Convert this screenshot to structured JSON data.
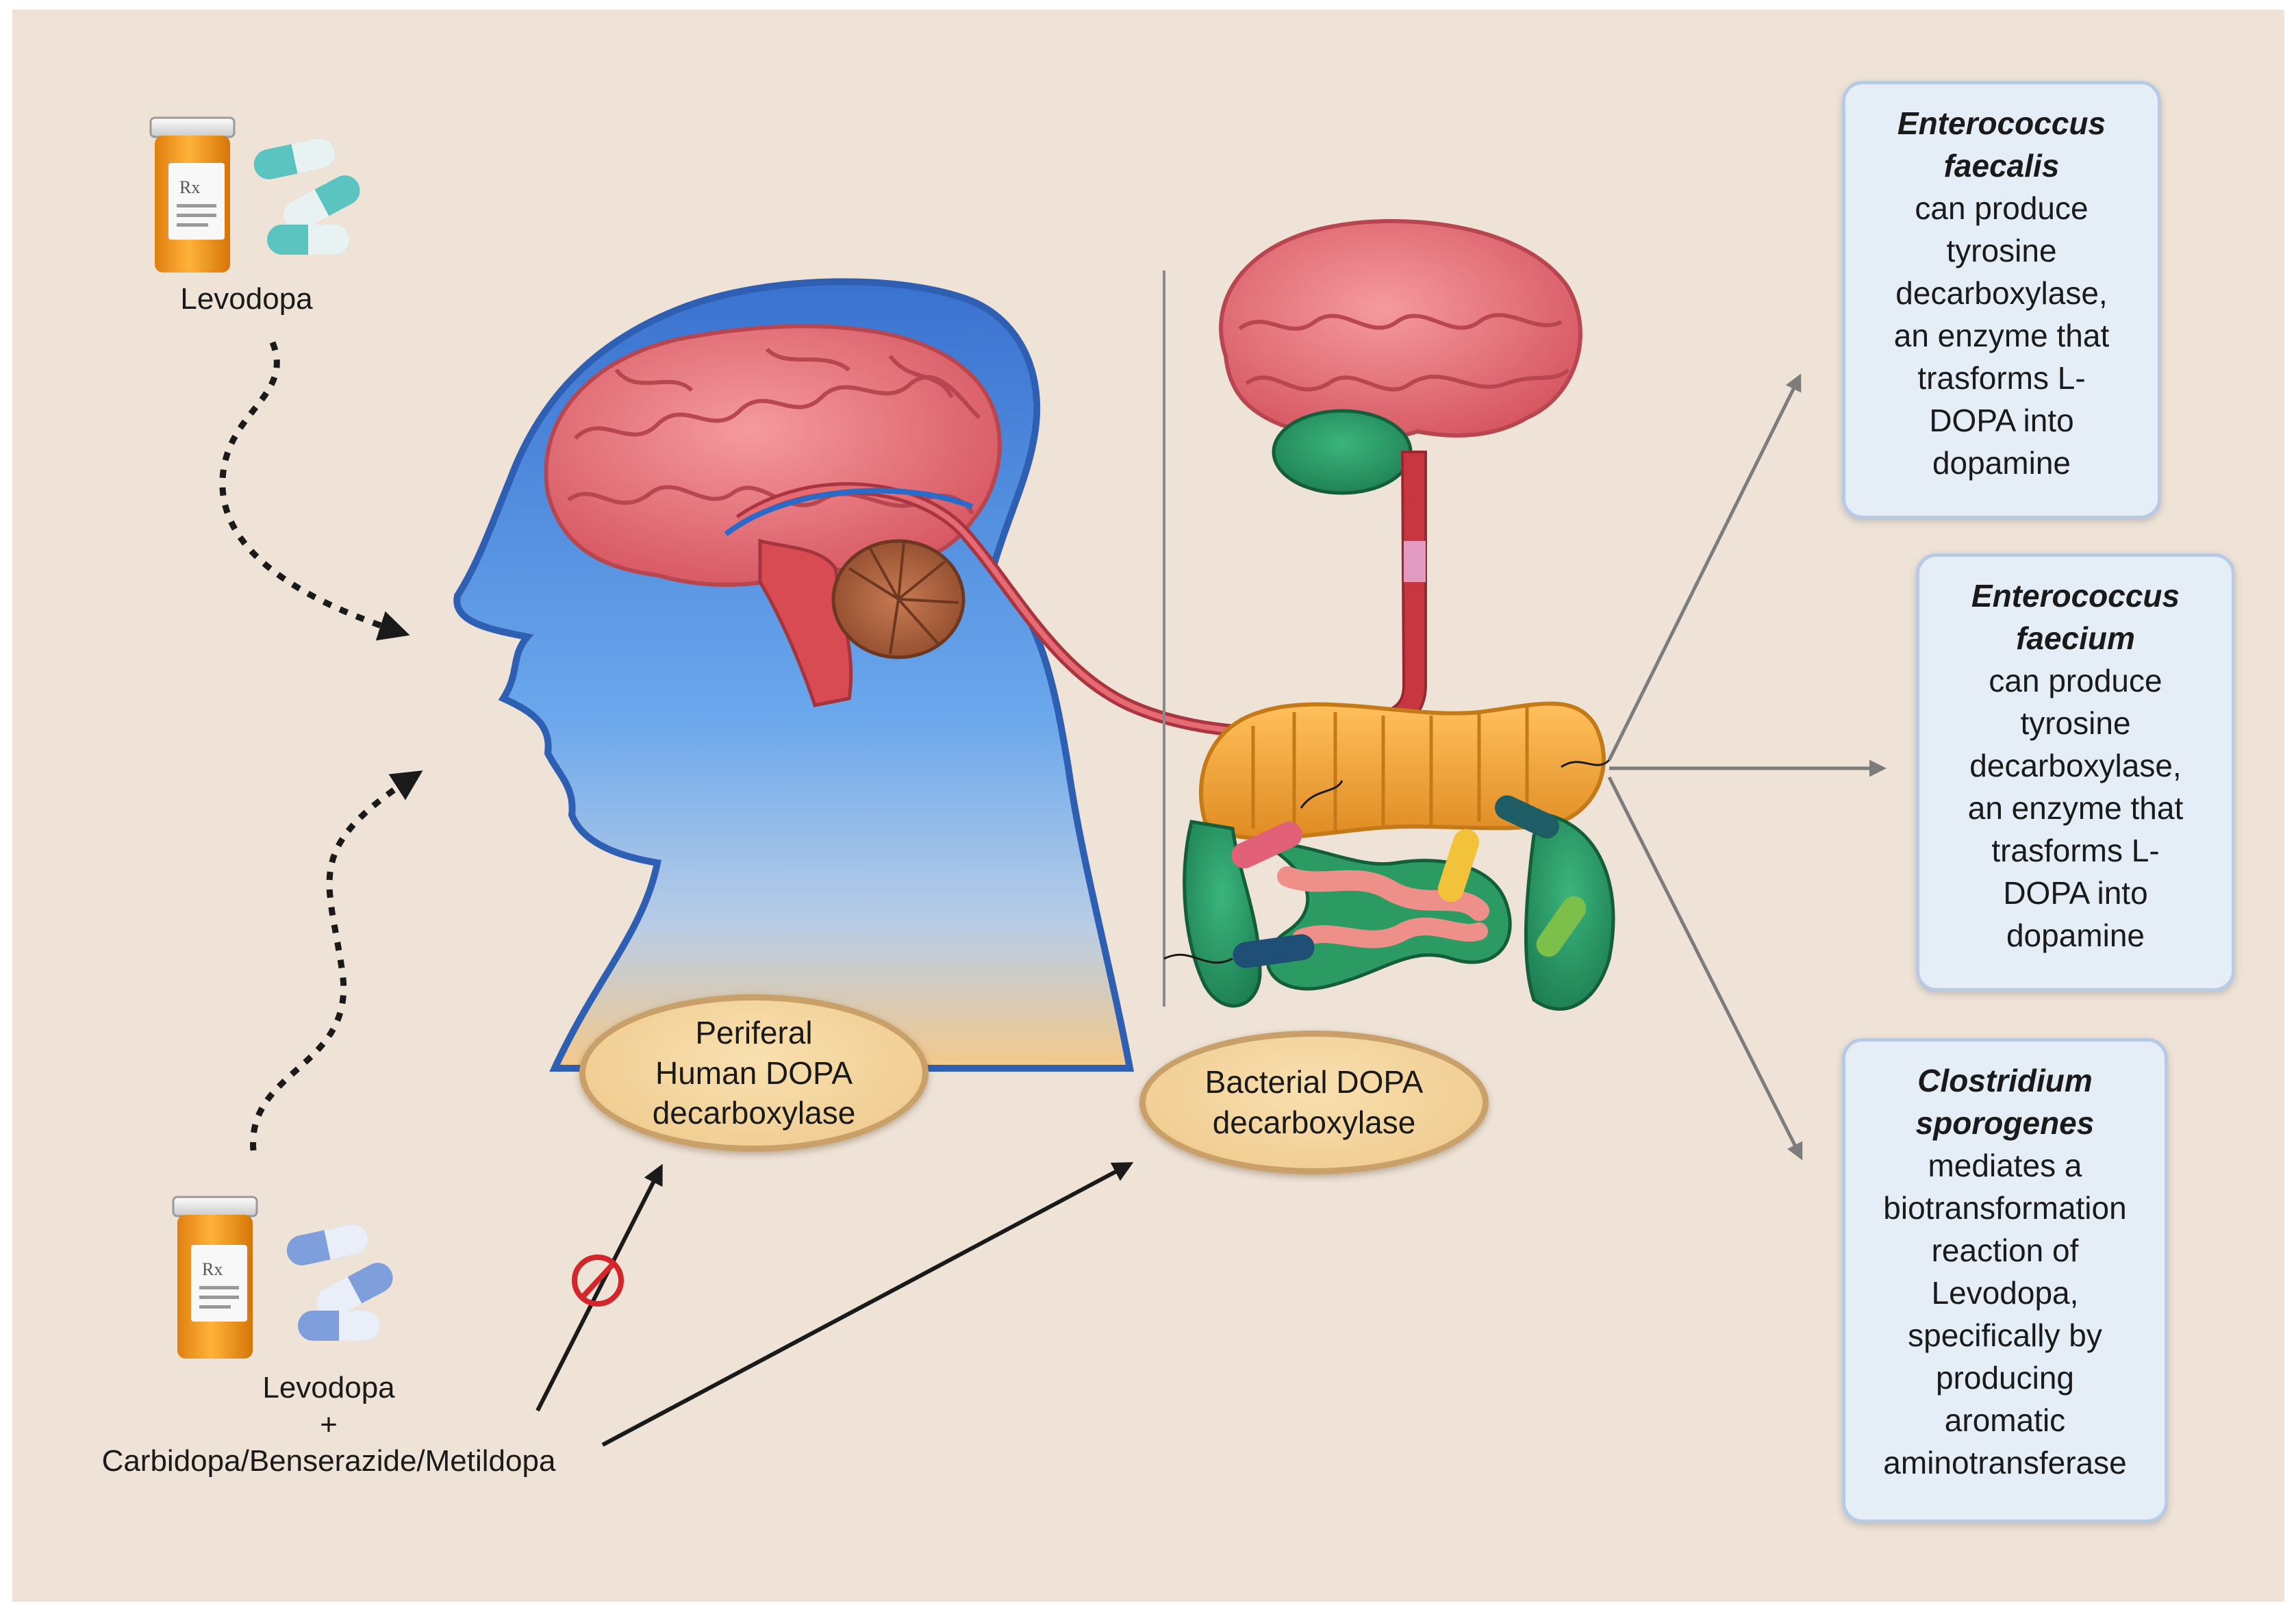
{
  "drugs": {
    "levodopa_label": "Levodopa",
    "combo_line1": "Levodopa",
    "combo_line2": "+",
    "combo_line3": "Carbidopa/Benserazide/Metildopa"
  },
  "enzymes": {
    "human_line1": "Periferal",
    "human_line2": "Human DOPA",
    "human_line3": "decarboxylase",
    "bacterial_line1": "Bacterial DOPA",
    "bacterial_line2": "decarboxylase"
  },
  "bacteria": [
    {
      "species_line1": "Enterococcus",
      "species_line2": "faecalis",
      "description": "can produce\ntyrosine\ndecarboxylase,\nan enzyme that\ntrasforms L-\nDOPA into\ndopamine"
    },
    {
      "species_line1": "Enterococcus",
      "species_line2": "faecium",
      "description": "can produce\ntyrosine\ndecarboxylase,\nan enzyme that\ntrasforms L-\nDOPA into\ndopamine"
    },
    {
      "species_line1": "Clostridium",
      "species_line2": "sporogenes",
      "description": "mediates a\nbiotransformation\nreaction of\nLevodopa,\nspecifically by\nproducing\naromatic\naminotransferase"
    }
  ],
  "colors": {
    "background": "#efe3d7",
    "card_fill": "#e5eef7",
    "card_border": "#b8cbe4",
    "oval_fill": "#f1cf95",
    "oval_border": "#c9a06a",
    "brain": "#e8727a",
    "head": "#4e86d8",
    "intestine_orange": "#f0a23c",
    "intestine_green": "#2a9a63",
    "pill_bottle": "#f39a1e",
    "inhibition": "#d2262c"
  },
  "icons": {
    "pill_bottle": "pill-bottle-icon",
    "capsules": "capsule-icon",
    "inhibition": "no-entry-icon"
  }
}
